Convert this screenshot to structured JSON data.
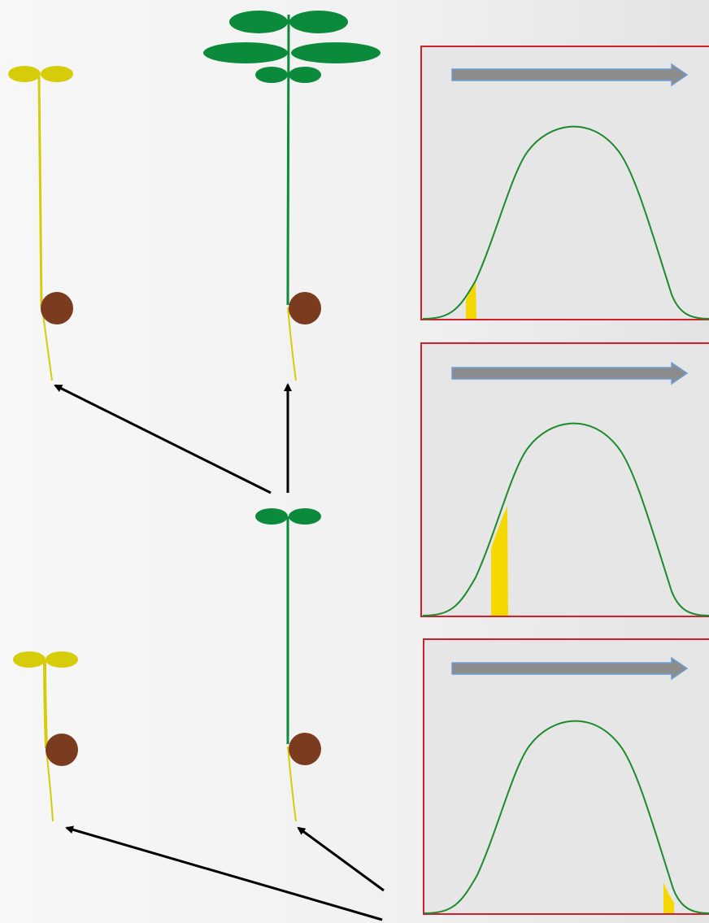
{
  "colors": {
    "background": "#f2f2f2",
    "panel_fill": "#e8e8e8",
    "panel_border": "#d0202a",
    "curve": "#1e8a2e",
    "highlight": "#f5d800",
    "arrow_fill": "#8c8c8c",
    "arrow_outline": "#6b9fd6",
    "green_plant": "#0a8a3a",
    "yellow_plant": "#d6cc0a",
    "seed": "#7a3b1e",
    "pointer_arrow": "#000000"
  },
  "panels": [
    {
      "name": "panel-top",
      "highlight_start": 0.12,
      "highlight_end": 0.15
    },
    {
      "name": "panel-middle",
      "highlight_start": 0.22,
      "highlight_end": 0.3
    },
    {
      "name": "panel-bottom",
      "highlight_start": 0.86,
      "highlight_end": 0.9
    }
  ],
  "plants": [
    {
      "name": "yellow-seedling-tall",
      "color": "yellow",
      "leaf_type": "cotyledons",
      "has_seed": true
    },
    {
      "name": "green-plant-tall",
      "color": "green",
      "leaf_type": "true-leaves",
      "has_seed": true
    },
    {
      "name": "green-seedling-young",
      "color": "green",
      "leaf_type": "cotyledons",
      "has_seed": false
    },
    {
      "name": "yellow-seedling-short",
      "color": "yellow",
      "leaf_type": "cotyledons",
      "has_seed": true
    },
    {
      "name": "green-seedling-rooted",
      "color": "green",
      "leaf_type": "none",
      "has_seed": true
    }
  ],
  "icons": {
    "direction": "right-arrow-icon",
    "pointer": "pointer-arrow-icon"
  }
}
